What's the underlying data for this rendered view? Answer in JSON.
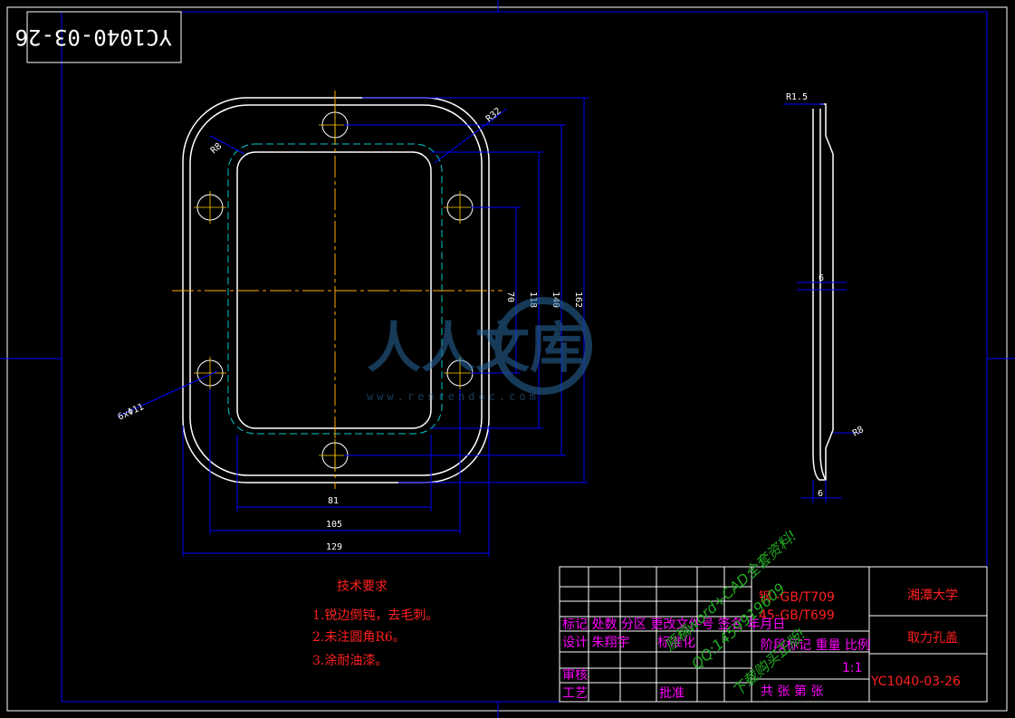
{
  "drawing_number_top": "YC1040-03-26",
  "dimensions": {
    "bottom_81": "81",
    "bottom_105": "105",
    "bottom_129": "129",
    "right_70": "70",
    "right_118": "118",
    "right_140": "140",
    "right_162": "162",
    "r32": "R32",
    "r8": "R8",
    "holes": "6xΦ11",
    "side_r1_5": "R1.5",
    "side_6": "6",
    "side_r8": "R8",
    "side_bottom_6": "6"
  },
  "tech_requirements": {
    "title": "技术要求",
    "items": [
      "1.锐边倒钝，去毛刺。",
      "2.未注圆角R6。",
      "3.涂耐油漆。"
    ]
  },
  "title_block": {
    "material_line1": "钢 -GB/T709",
    "material_line2": "45-GB/T699",
    "school": "湘潭大学",
    "part_name": "取力孔盖",
    "drawing_number": "YC1040-03-26",
    "scale": "1:1",
    "row_labels": "标记 处数 分区 更改文件号 签名 年月日",
    "design": "设计 朱翔宇",
    "standardize": "标准化",
    "stage_label": "阶段标记 重量 比例",
    "review": "审核",
    "process": "工艺",
    "approve": "批准",
    "sheets": "共   张  第   张"
  },
  "watermark": {
    "main": "人人文库",
    "url": "www.renrendoc.com",
    "green1": "原稿word+CAD全套资料!",
    "green2": "QQ:1459919609",
    "green3": "下载购买正版!"
  }
}
